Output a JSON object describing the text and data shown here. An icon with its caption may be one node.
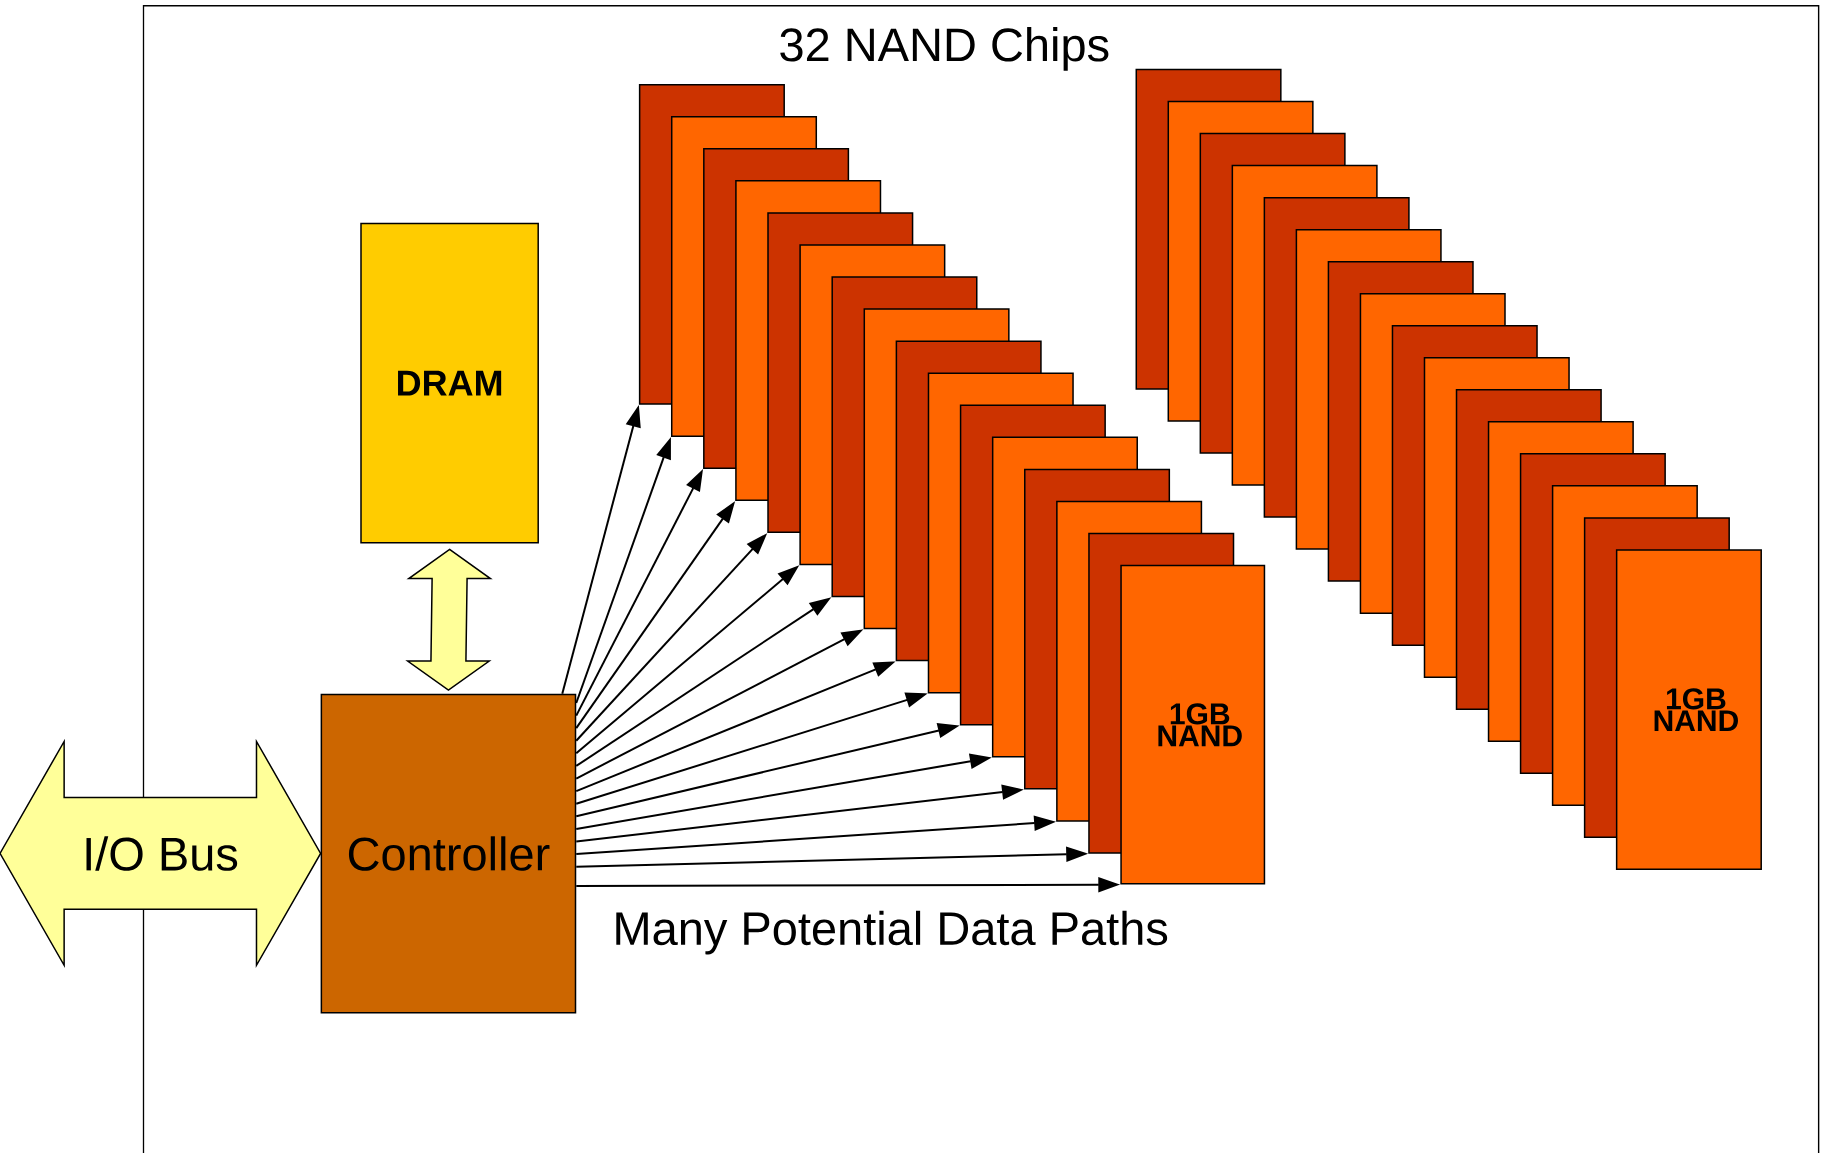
{
  "diagram": {
    "nodes": [
      {
        "text": [
          "DRAM"
        ]
      },
      {
        "text": [
          "Controller"
        ]
      },
      {
        "text": [
          "I/O Bus"
        ]
      },
      {
        "text": [],
        "shape": "box"
      },
      {
        "text": [],
        "shape": "box"
      },
      {
        "text": [],
        "shape": "box"
      },
      {
        "text": [],
        "shape": "box"
      },
      {
        "text": [],
        "shape": "box"
      },
      {
        "text": [],
        "shape": "box"
      },
      {
        "text": [],
        "shape": "box"
      },
      {
        "text": [],
        "shape": "box"
      },
      {
        "text": [],
        "shape": "box"
      },
      {
        "text": [],
        "shape": "box"
      },
      {
        "text": [],
        "shape": "box"
      },
      {
        "text": [],
        "shape": "box"
      },
      {
        "text": [],
        "shape": "box"
      },
      {
        "text": [],
        "shape": "box"
      },
      {
        "text": [],
        "shape": "box"
      },
      {
        "text": [
          "1GB NAND"
        ]
      },
      {
        "text": [],
        "shape": "box"
      },
      {
        "text": [],
        "shape": "box"
      },
      {
        "text": [],
        "shape": "box"
      },
      {
        "text": [],
        "shape": "box"
      },
      {
        "text": [],
        "shape": "box"
      },
      {
        "text": [],
        "shape": "box"
      },
      {
        "text": [],
        "shape": "box"
      },
      {
        "text": [],
        "shape": "box"
      },
      {
        "text": [],
        "shape": "box"
      },
      {
        "text": [],
        "shape": "box"
      },
      {
        "text": [],
        "shape": "box"
      },
      {
        "text": [],
        "shape": "box"
      },
      {
        "text": [],
        "shape": "box"
      },
      {
        "text": [],
        "shape": "box"
      },
      {
        "text": [],
        "shape": "box"
      },
      {
        "text": [
          "1GB NAND"
        ]
      }
    ],
    "edges": [
      {
        "from": 0,
        "to": 1,
        "arrow": "both"
      },
      {
        "from": 1,
        "to": 3,
        "arrow": "to"
      },
      {
        "from": 1,
        "to": 4,
        "arrow": "to"
      },
      {
        "from": 1,
        "to": 5,
        "arrow": "to"
      },
      {
        "from": 1,
        "to": 6,
        "arrow": "to"
      },
      {
        "from": 1,
        "to": 7,
        "arrow": "to"
      },
      {
        "from": 1,
        "to": 8,
        "arrow": "to"
      },
      {
        "from": 1,
        "to": 9,
        "arrow": "to"
      },
      {
        "from": 1,
        "to": 10,
        "arrow": "to"
      },
      {
        "from": 1,
        "to": 11,
        "arrow": "to"
      },
      {
        "from": 1,
        "to": 12,
        "arrow": "to"
      },
      {
        "from": 1,
        "to": 13,
        "arrow": "to"
      },
      {
        "from": 1,
        "to": 14,
        "arrow": "to"
      },
      {
        "from": 1,
        "to": 15,
        "arrow": "to"
      },
      {
        "from": 1,
        "to": 16,
        "arrow": "to"
      },
      {
        "from": 1,
        "to": 17,
        "arrow": "to"
      },
      {
        "from": 1,
        "to": 18,
        "arrow": "to"
      }
    ],
    "labels": [
      "32 NAND Chips",
      "Many Potential Data Paths"
    ]
  }
}
